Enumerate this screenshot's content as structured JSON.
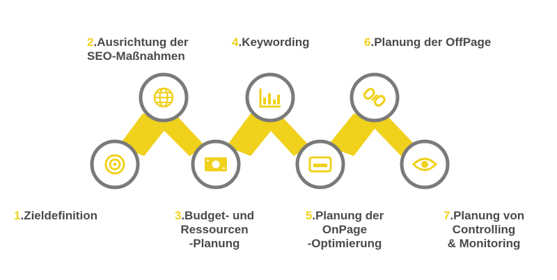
{
  "colors": {
    "accent": "#f0d11c",
    "ring": "#7a7a7a",
    "text": "#4a4a4a",
    "fill": "#ffffff"
  },
  "steps": [
    {
      "num": "1",
      "line1": ".Zieldefinition",
      "line2": "",
      "line3": "",
      "icon": "target-icon"
    },
    {
      "num": "2",
      "line1": ".Ausrichtung der",
      "line2": "SEO-Maßnahmen",
      "line3": "",
      "icon": "globe-icon"
    },
    {
      "num": "3",
      "line1": ".Budget- und",
      "line2": "Ressourcen",
      "line3": "-Planung",
      "icon": "money-icon"
    },
    {
      "num": "4",
      "line1": ".Keywording",
      "line2": "",
      "line3": "",
      "icon": "bar-chart-icon"
    },
    {
      "num": "5",
      "line1": ".Planung der",
      "line2": "OnPage",
      "line3": "-Optimierung",
      "icon": "credit-card-icon"
    },
    {
      "num": "6",
      "line1": ".Planung der OffPage",
      "line2": "",
      "line3": "",
      "icon": "link-icon"
    },
    {
      "num": "7",
      "line1": ".Planung von",
      "line2": "Controlling",
      "line3": "& Monitoring",
      "icon": "eye-icon"
    }
  ]
}
